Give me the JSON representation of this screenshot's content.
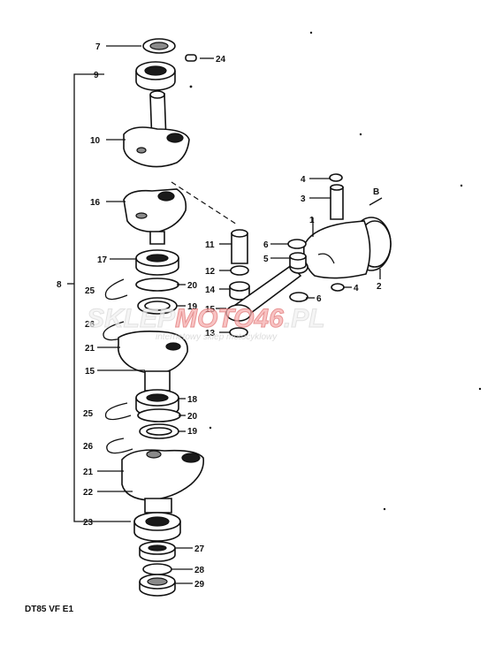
{
  "callouts": [
    {
      "id": "7",
      "text": "7"
    },
    {
      "id": "24",
      "text": "24"
    },
    {
      "id": "9",
      "text": "9"
    },
    {
      "id": "10",
      "text": "10"
    },
    {
      "id": "16",
      "text": "16"
    },
    {
      "id": "17",
      "text": "17"
    },
    {
      "id": "8",
      "text": "8"
    },
    {
      "id": "25a",
      "text": "25"
    },
    {
      "id": "20a",
      "text": "20"
    },
    {
      "id": "19a",
      "text": "19"
    },
    {
      "id": "26a",
      "text": "26"
    },
    {
      "id": "21a",
      "text": "21"
    },
    {
      "id": "15a",
      "text": "15"
    },
    {
      "id": "18",
      "text": "18"
    },
    {
      "id": "25b",
      "text": "25"
    },
    {
      "id": "20b",
      "text": "20"
    },
    {
      "id": "19b",
      "text": "19"
    },
    {
      "id": "26b",
      "text": "26"
    },
    {
      "id": "21b",
      "text": "21"
    },
    {
      "id": "22",
      "text": "22"
    },
    {
      "id": "23",
      "text": "23"
    },
    {
      "id": "27",
      "text": "27"
    },
    {
      "id": "28",
      "text": "28"
    },
    {
      "id": "29",
      "text": "29"
    },
    {
      "id": "4a",
      "text": "4"
    },
    {
      "id": "3",
      "text": "3"
    },
    {
      "id": "B",
      "text": "B"
    },
    {
      "id": "1",
      "text": "1"
    },
    {
      "id": "11",
      "text": "11"
    },
    {
      "id": "6a",
      "text": "6"
    },
    {
      "id": "5",
      "text": "5"
    },
    {
      "id": "12",
      "text": "12"
    },
    {
      "id": "14",
      "text": "14"
    },
    {
      "id": "4b",
      "text": "4"
    },
    {
      "id": "2",
      "text": "2"
    },
    {
      "id": "6b",
      "text": "6"
    },
    {
      "id": "15b",
      "text": "15"
    },
    {
      "id": "13",
      "text": "13"
    }
  ],
  "footer": {
    "model_code": "DT85 VF E1"
  },
  "watermark": {
    "part1": "SKLEP",
    "part2": "MOTO",
    "part3": "46",
    "part4": ".PL",
    "subtitle": "internetowy sklep motocyklowy"
  }
}
